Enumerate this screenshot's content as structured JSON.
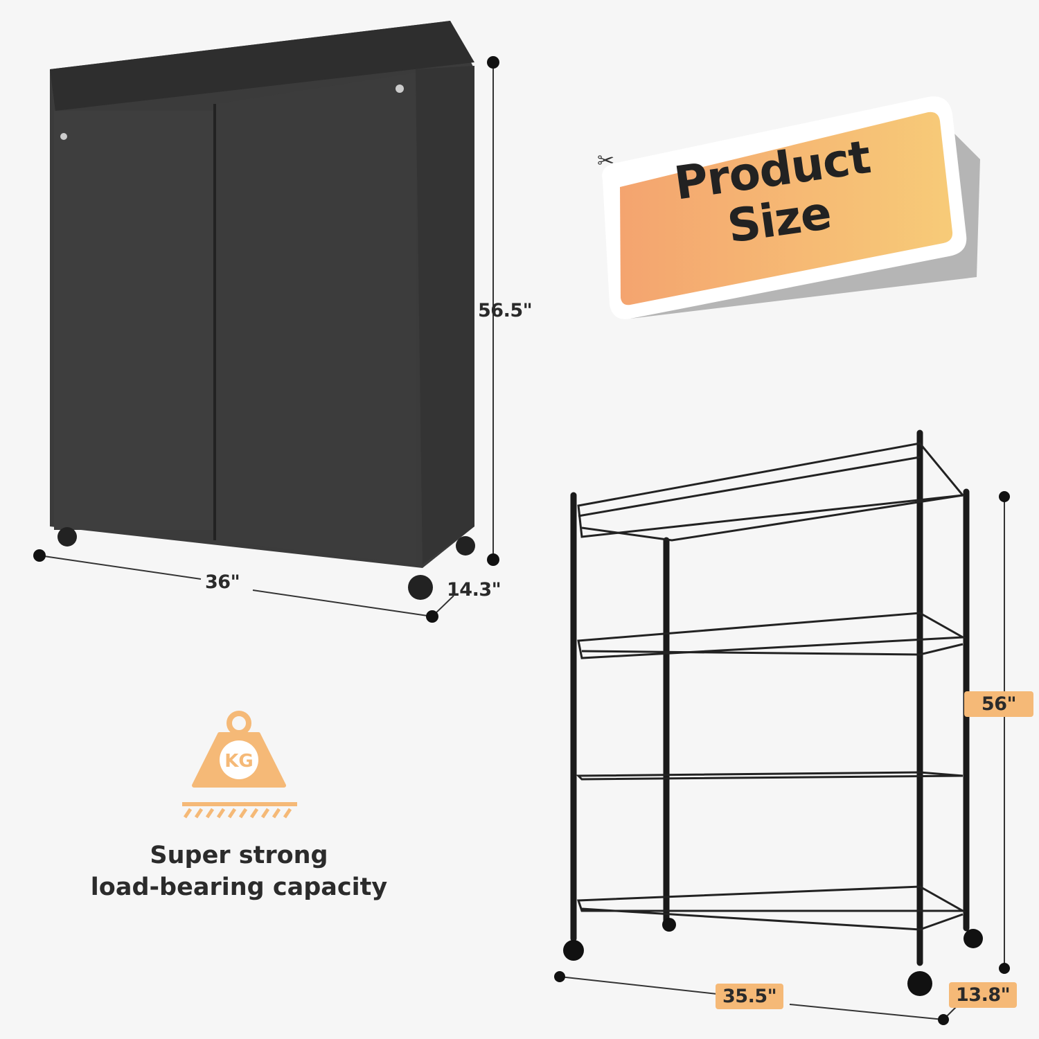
{
  "badge": {
    "line1": "Product",
    "line2": "Size"
  },
  "cover_dimensions": {
    "height": "56.5\"",
    "width": "36\"",
    "depth": "14.3\""
  },
  "shelf_dimensions": {
    "height": "56\"",
    "width": "35.5\"",
    "depth": "13.8\""
  },
  "load_icon": {
    "label": "KG"
  },
  "caption": {
    "line1": "Super strong",
    "line2": "load-bearing capacity"
  },
  "colors": {
    "accent": "#f5b977",
    "cover": "#3a3a3a",
    "background": "#f6f6f6",
    "text": "#2a2a2a"
  }
}
